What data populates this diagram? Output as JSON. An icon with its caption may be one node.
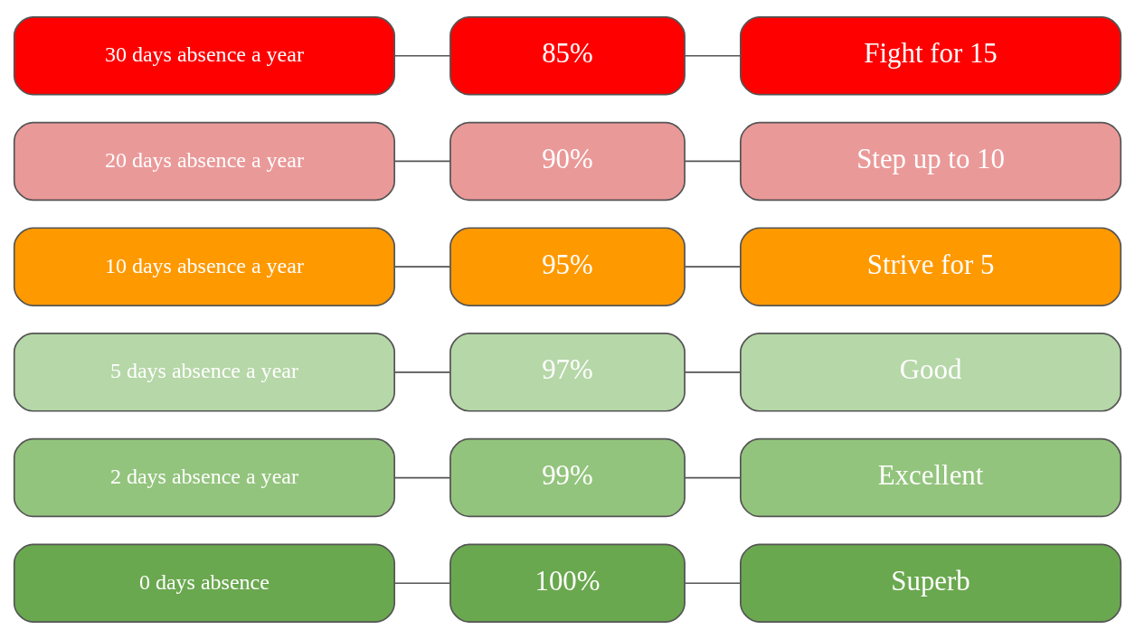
{
  "diagram": {
    "nodes": [
      {
        "text": [
          "0 days absence"
        ]
      },
      {
        "text": [
          "100%"
        ]
      },
      {
        "text": [
          "Superb"
        ]
      },
      {
        "text": [
          "2 days absence a year"
        ]
      },
      {
        "text": [
          "99%"
        ]
      },
      {
        "text": [
          "Excellent"
        ]
      },
      {
        "text": [
          "5 days absence a year"
        ]
      },
      {
        "text": [
          "97%"
        ]
      },
      {
        "text": [
          "Good"
        ]
      },
      {
        "text": [
          "10 days absence a year"
        ]
      },
      {
        "text": [
          "95%"
        ]
      },
      {
        "text": [
          "Strive for 5"
        ]
      },
      {
        "text": [
          "20 days absence a year"
        ]
      },
      {
        "text": [
          "90%"
        ]
      },
      {
        "text": [
          "Step up to 10"
        ]
      },
      {
        "text": [
          "30 days absence a year"
        ]
      },
      {
        "text": [
          "85%"
        ]
      },
      {
        "text": [
          "Fight for 15"
        ]
      }
    ],
    "edges": [
      {
        "from": 0,
        "to": 1,
        "arrow": "none"
      },
      {
        "from": 1,
        "to": 2,
        "arrow": "none"
      },
      {
        "from": 3,
        "to": 4,
        "arrow": "none"
      },
      {
        "from": 4,
        "to": 5,
        "arrow": "none"
      },
      {
        "from": 6,
        "to": 7,
        "arrow": "none"
      },
      {
        "from": 7,
        "to": 8,
        "arrow": "none"
      },
      {
        "from": 9,
        "to": 10,
        "arrow": "none"
      },
      {
        "from": 10,
        "to": 11,
        "arrow": "none"
      },
      {
        "from": 12,
        "to": 13,
        "arrow": "none"
      },
      {
        "from": 13,
        "to": 14,
        "arrow": "none"
      },
      {
        "from": 15,
        "to": 16,
        "arrow": "none"
      },
      {
        "from": 16,
        "to": 17,
        "arrow": "none"
      }
    ]
  }
}
